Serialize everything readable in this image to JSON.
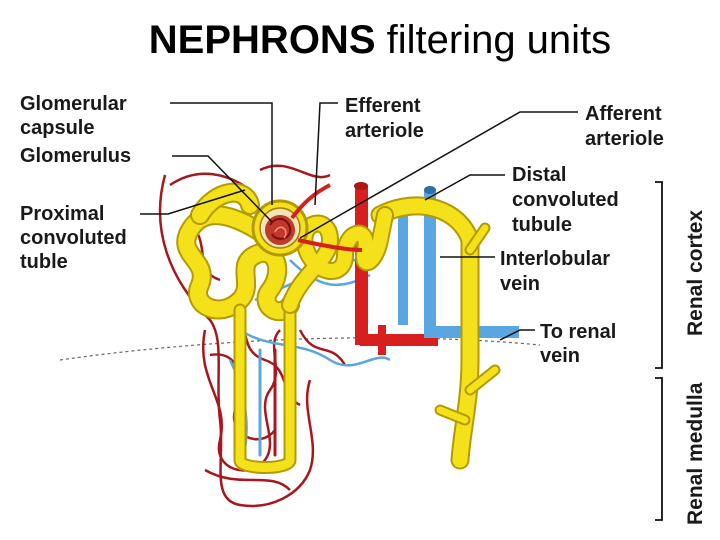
{
  "title": {
    "bold": "NEPHRONS",
    "rest": "filtering units"
  },
  "labels": {
    "glomerular_capsule": [
      "Glomerular",
      "capsule"
    ],
    "glomerulus": "Glomerulus",
    "proximal_tubule": [
      "Proximal",
      "convoluted",
      "tuble"
    ],
    "efferent_arteriole": [
      "Efferent",
      "arteriole"
    ],
    "afferent_arteriole": [
      "Afferent",
      "arteriole"
    ],
    "distal_tubule": [
      "Distal",
      "convoluted",
      "tubule"
    ],
    "interlobular_vein": [
      "Interlobular",
      "vein"
    ],
    "to_renal_vein": [
      "To renal",
      "vein"
    ],
    "renal_cortex": "Renal cortex",
    "renal_medulla": "Renal medulla"
  },
  "colors": {
    "tubule": "#f5e11a",
    "tubule_outline": "#b39a00",
    "artery": "#d81f1f",
    "capillary": "#a8171b",
    "vein": "#5aa6e0",
    "vein_dark": "#2e6fa8",
    "leader": "#111111"
  }
}
